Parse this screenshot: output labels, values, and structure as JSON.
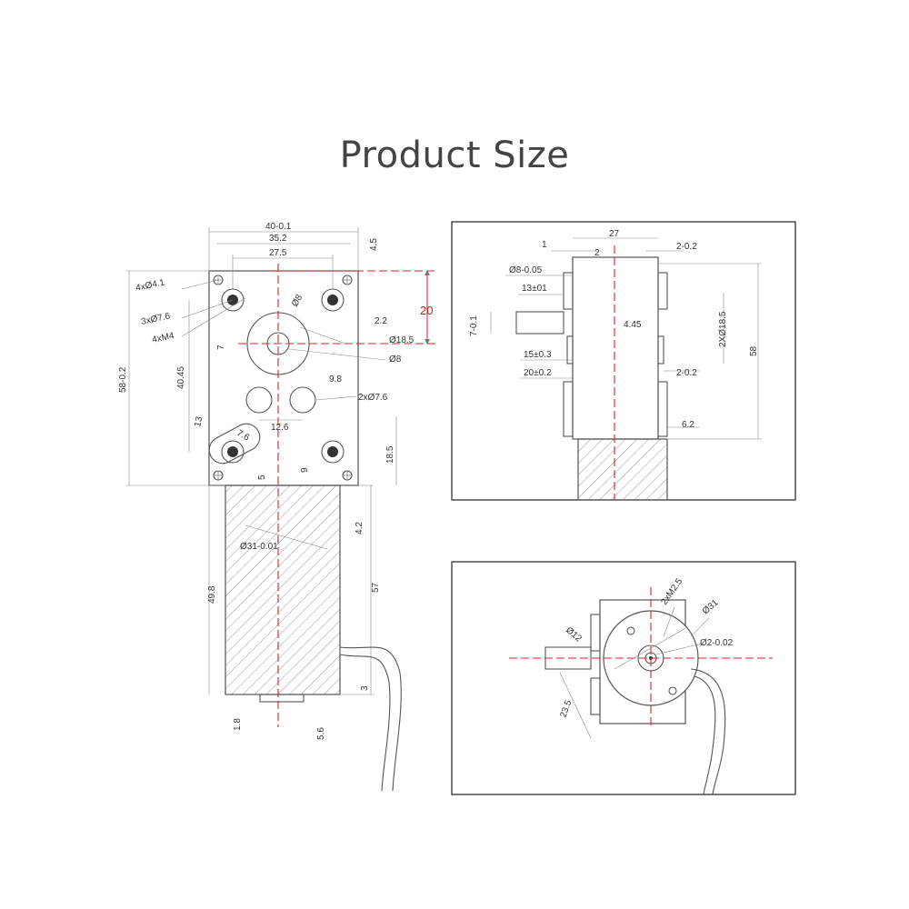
{
  "title": "Product Size",
  "colors": {
    "accent_red": "#e02020",
    "line": "#555555",
    "title": "#444444"
  },
  "front_view": {
    "labels": {
      "width_total": "40-0.1",
      "width_mid": "35.2",
      "width_inner": "27.5",
      "top_h": "4.5",
      "red_dim": "20",
      "mount_holes": "4xØ4.1",
      "holes_76": "3xØ7.6",
      "thread_m4": "4xM4",
      "shaft_d8a": "Ø8",
      "shaft_d8b": "Ø8",
      "boss_d185": "Ø18.5",
      "off_22": "2.2",
      "off_7": "7",
      "h_4045": "40.45",
      "h_58": "58-0.2",
      "sp_98": "9.8",
      "holes2_76": "2xØ7.6",
      "sp_126": "12.6",
      "slot_13": "13",
      "slot_76": "7.6",
      "h_185": "18.5",
      "h_9": "9",
      "h_5": "5",
      "motor_d31": "Ø31-0.01",
      "motor_h498": "49.8",
      "motor_42": "4.2",
      "motor_57": "57",
      "motor_3": "3",
      "base_18": "1.8",
      "base_56": "5.6"
    }
  },
  "side_view": {
    "labels": {
      "w27": "27",
      "w1": "1",
      "w2": "2",
      "w2_02a": "2-0.2",
      "shaft_d8": "Ø8-0.05",
      "shaft_13": "13±01",
      "shaft_7": "7-0.1",
      "off_445": "4.45",
      "d2x185": "2XØ18.5",
      "h58": "58",
      "w15": "15±0.3",
      "w20": "20±0.2",
      "w2_02b": "2-0.2",
      "w62": "6.2"
    }
  },
  "end_view": {
    "labels": {
      "thread_m25": "2xM2.5",
      "d31": "Ø31",
      "d12": "Ø12",
      "d2": "Ø2-0.02",
      "h235": "23.5"
    }
  }
}
